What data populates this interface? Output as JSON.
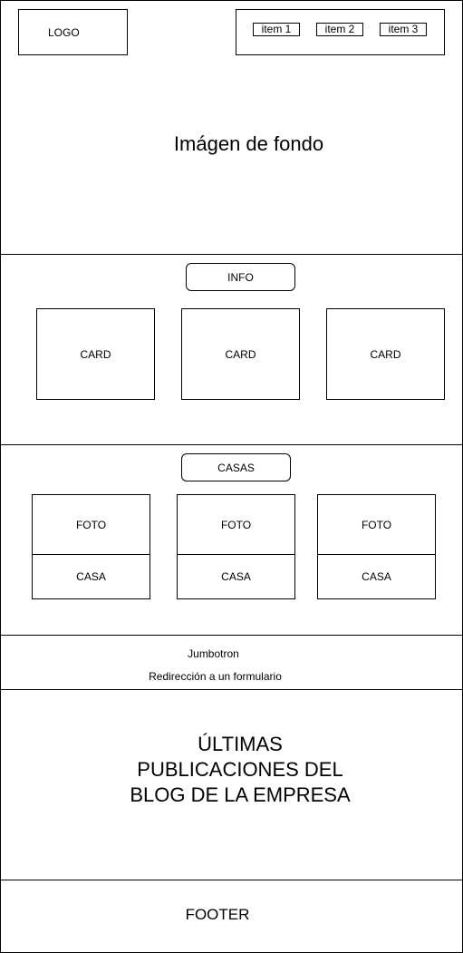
{
  "header": {
    "logo": "LOGO",
    "nav": [
      "item 1",
      "item 2",
      "item 3"
    ],
    "hero_text": "Imágen de fondo"
  },
  "info": {
    "button": "INFO",
    "cards": [
      "CARD",
      "CARD",
      "CARD"
    ]
  },
  "casas": {
    "button": "CASAS",
    "items": [
      {
        "photo": "FOTO",
        "name": "CASA"
      },
      {
        "photo": "FOTO",
        "name": "CASA"
      },
      {
        "photo": "FOTO",
        "name": "CASA"
      }
    ]
  },
  "jumbotron": {
    "title": "Jumbotron",
    "subtitle": "Redirección a un formulario"
  },
  "blog": {
    "lines": [
      "ÚLTIMAS",
      "PUBLICACIONES DEL",
      "BLOG DE LA EMPRESA"
    ]
  },
  "footer": {
    "text": "FOOTER"
  }
}
